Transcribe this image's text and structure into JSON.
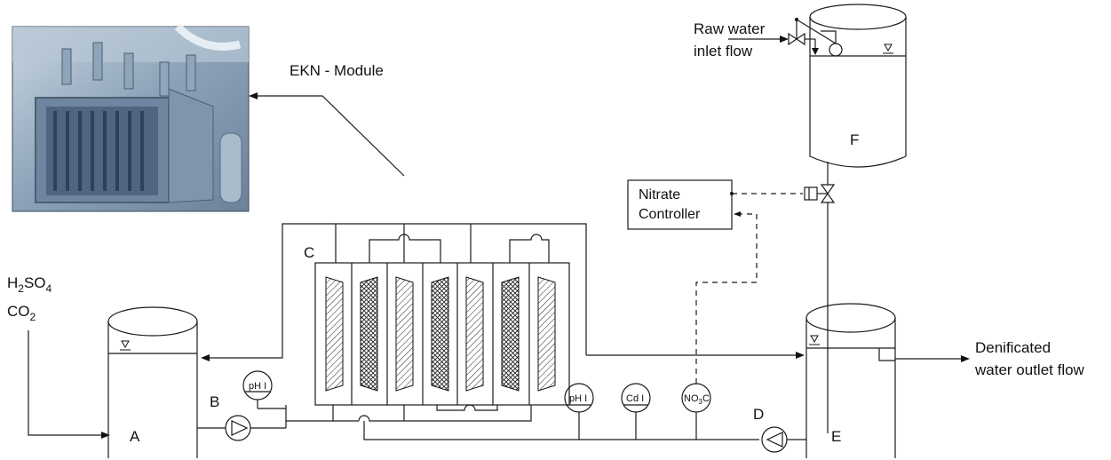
{
  "labels": {
    "module": "EKN - Module",
    "raw_water_line1": "Raw water",
    "raw_water_line2": "inlet flow",
    "controller_line1": "Nitrate",
    "controller_line2": "Controller",
    "outlet_line1": "Denificated",
    "outlet_line2": "water outlet flow",
    "tank_a": "A",
    "pump_b": "B",
    "module_c": "C",
    "pump_d": "D",
    "tank_e": "E",
    "tank_f": "F"
  },
  "chemicals": {
    "acid_base": "H",
    "acid_sub1": "2",
    "acid_mid": "SO",
    "acid_sub2": "4",
    "co2_base": "CO",
    "co2_sub": "2"
  },
  "sensors": {
    "ph1": "pH I",
    "ph2": "pH I",
    "cd": "Cd I",
    "no3_base": "NO",
    "no3_sub": "3",
    "no3_end": "C"
  },
  "colors": {
    "line": "#1a1a1a",
    "photo_frame": "#5f7890",
    "photo_bg": "#93a9bd"
  }
}
